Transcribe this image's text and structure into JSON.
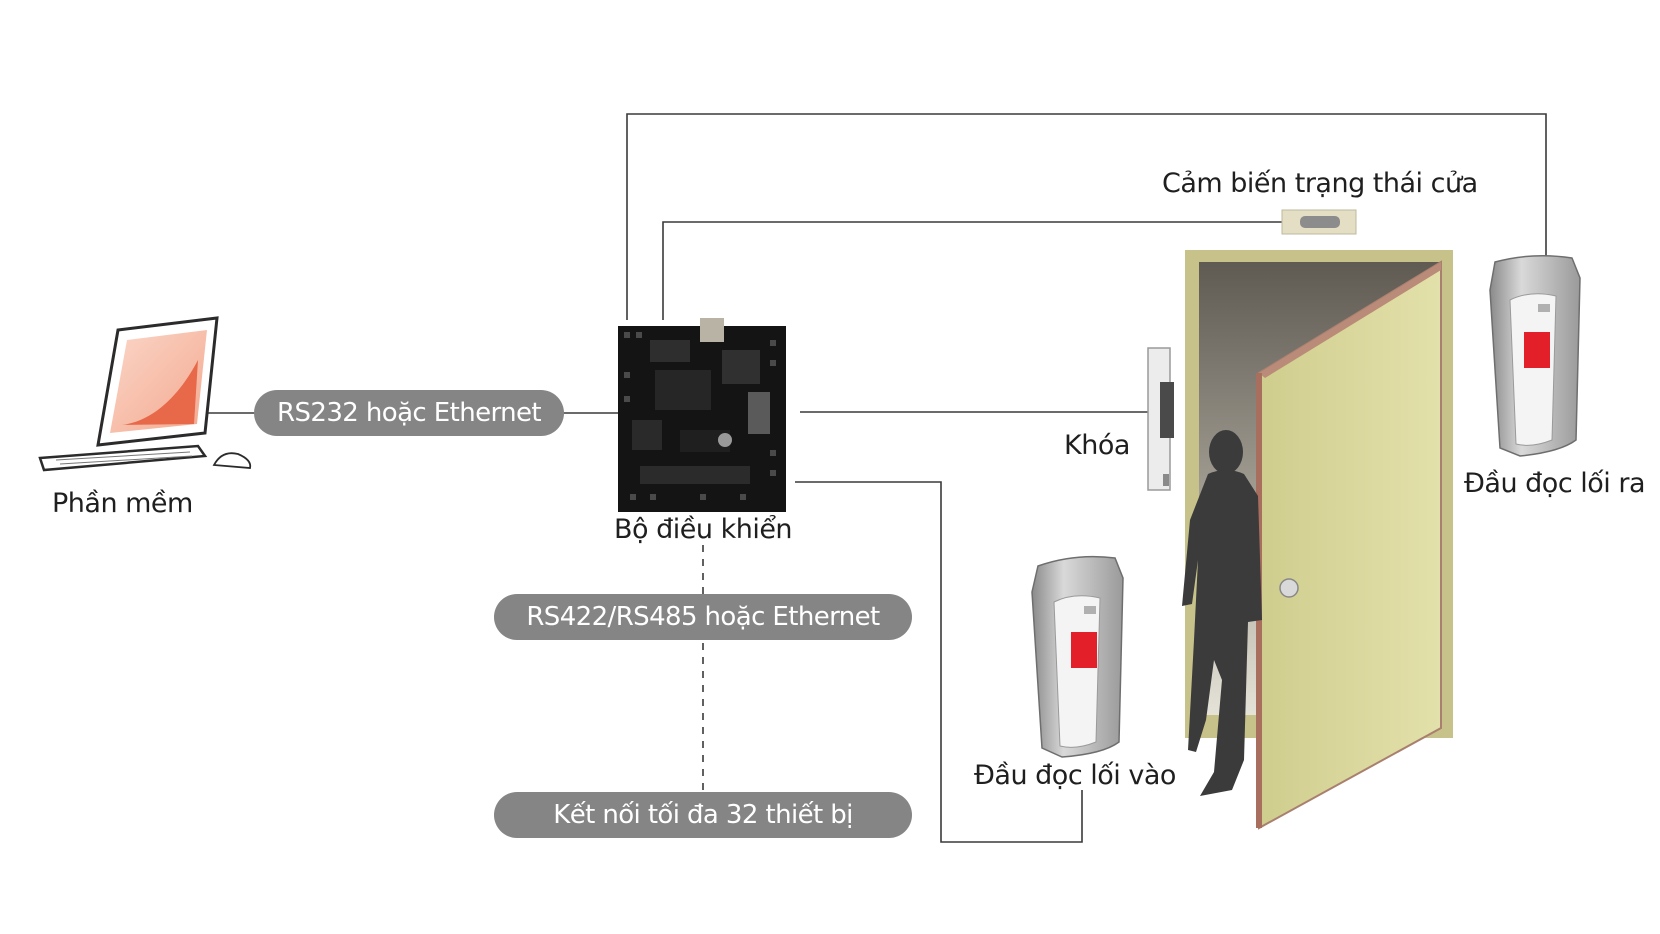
{
  "labels": {
    "software": "Phần mềm",
    "controller": "Bộ điều khiển",
    "door_sensor": "Cảm biến trạng thái cửa",
    "lock": "Khóa",
    "exit_reader": "Đầu đọc lối ra",
    "entry_reader": "Đầu đọc lối vào"
  },
  "pills": {
    "rs232": "RS232 hoặc Ethernet",
    "rs485": "RS422/RS485 hoặc Ethernet",
    "max_devices": "Kết nối tối đa 32 thiết bị"
  },
  "colors": {
    "wire": "#3a3a3a",
    "pill": "#858585",
    "screen_accent": "#e8684a",
    "door_leaf": "#d9d79b",
    "door_frame": "#c7c28a",
    "reader_sensor": "#e3202a"
  },
  "icons": [
    "computer-icon",
    "controller-board-icon",
    "door-sensor-icon",
    "lock-icon",
    "door-icon",
    "person-silhouette-icon",
    "card-reader-icon"
  ]
}
